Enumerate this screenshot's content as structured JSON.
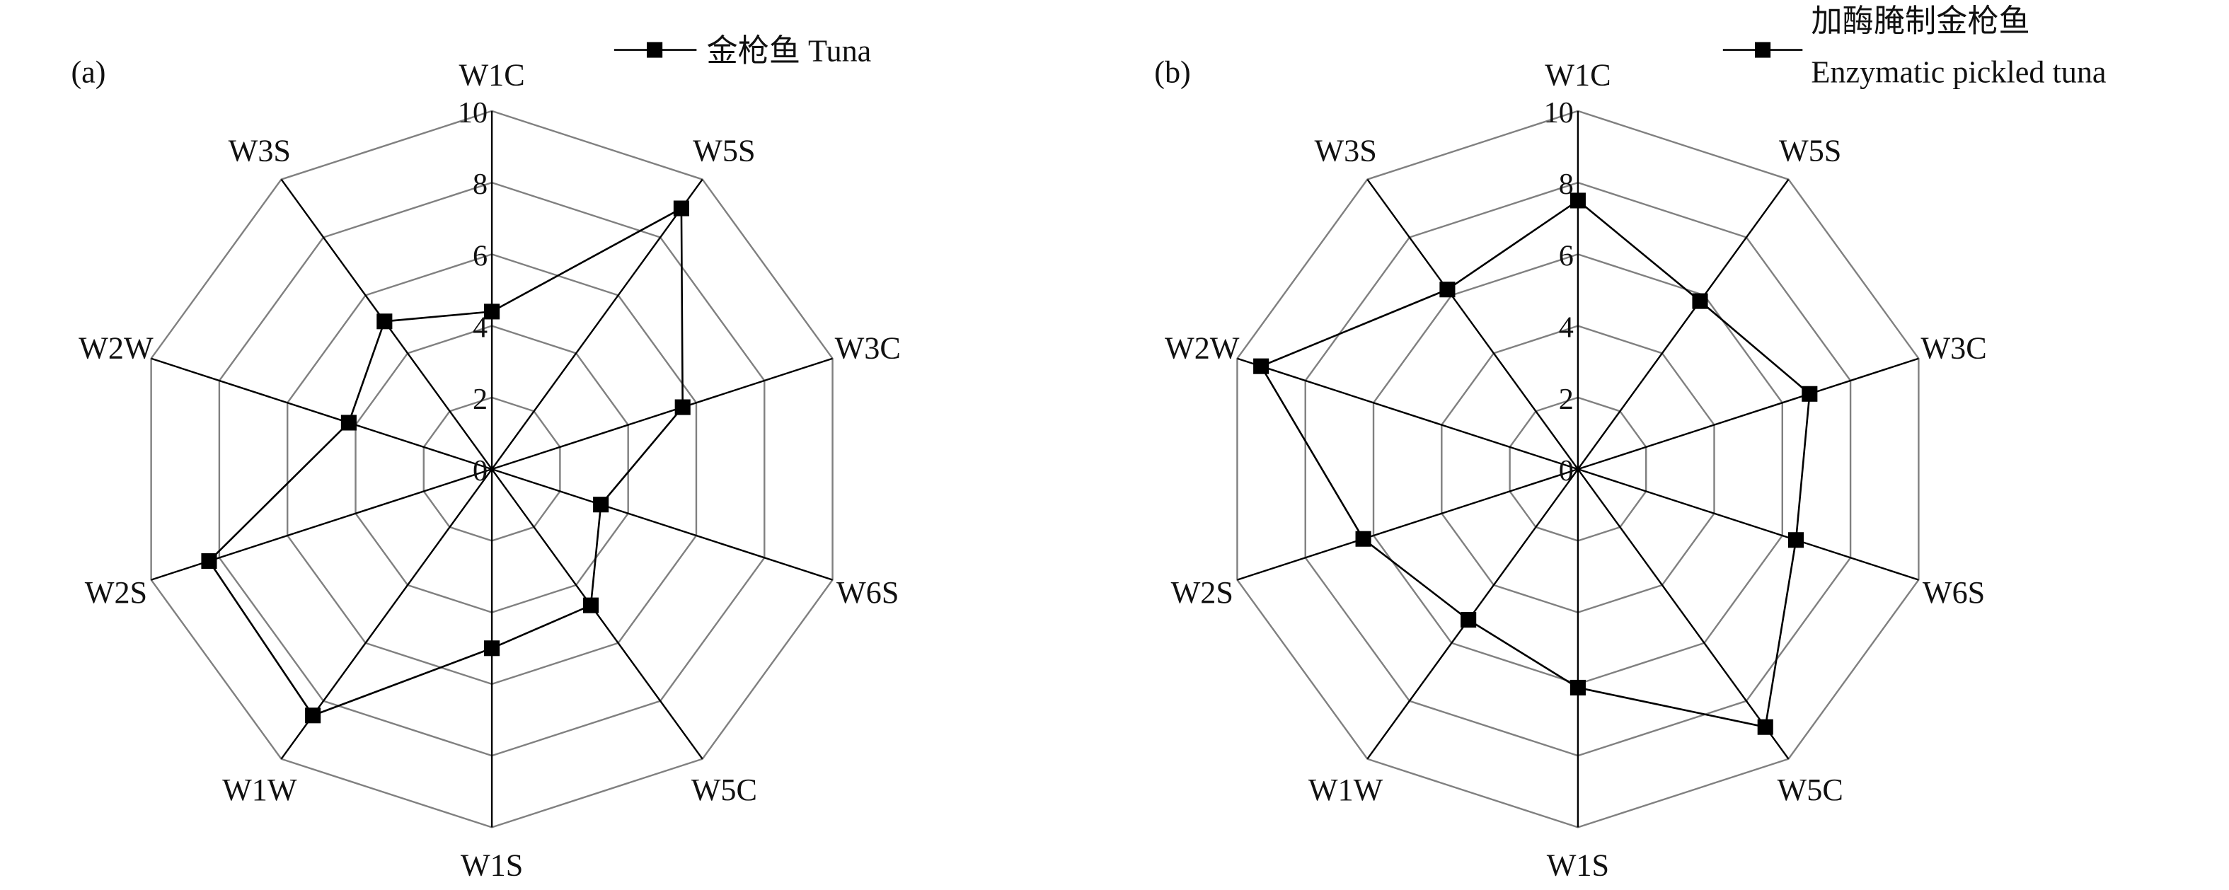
{
  "chart_data": [
    {
      "type": "radar",
      "panel_label": "(a)",
      "categories": [
        "W1C",
        "W5S",
        "W3C",
        "W6S",
        "W5C",
        "W1S",
        "W1W",
        "W2S",
        "W2W",
        "W3S"
      ],
      "rlim": [
        0,
        10
      ],
      "ticks": [
        "0",
        "2",
        "4",
        "6",
        "8",
        "10"
      ],
      "grid": true,
      "legend_position": "top-right",
      "series": [
        {
          "name": "金枪鱼 Tuna",
          "values": [
            4.4,
            9.0,
            5.6,
            3.2,
            4.7,
            5.0,
            8.5,
            8.3,
            4.2,
            5.1
          ],
          "color": "#000000",
          "marker": "square"
        }
      ]
    },
    {
      "type": "radar",
      "panel_label": "(b)",
      "categories": [
        "W1C",
        "W5S",
        "W3C",
        "W6S",
        "W5C",
        "W1S",
        "W1W",
        "W2S",
        "W2W",
        "W3S"
      ],
      "rlim": [
        0,
        10
      ],
      "ticks": [
        "0",
        "2",
        "4",
        "6",
        "8",
        "10"
      ],
      "grid": true,
      "legend_position": "top-right",
      "series": [
        {
          "name": "加酶腌制金枪鱼",
          "name_line2": "Enzymatic pickled tuna",
          "values": [
            7.5,
            5.8,
            6.8,
            6.4,
            8.9,
            6.1,
            5.2,
            6.3,
            9.3,
            6.2
          ],
          "color": "#000000",
          "marker": "square"
        }
      ]
    }
  ]
}
